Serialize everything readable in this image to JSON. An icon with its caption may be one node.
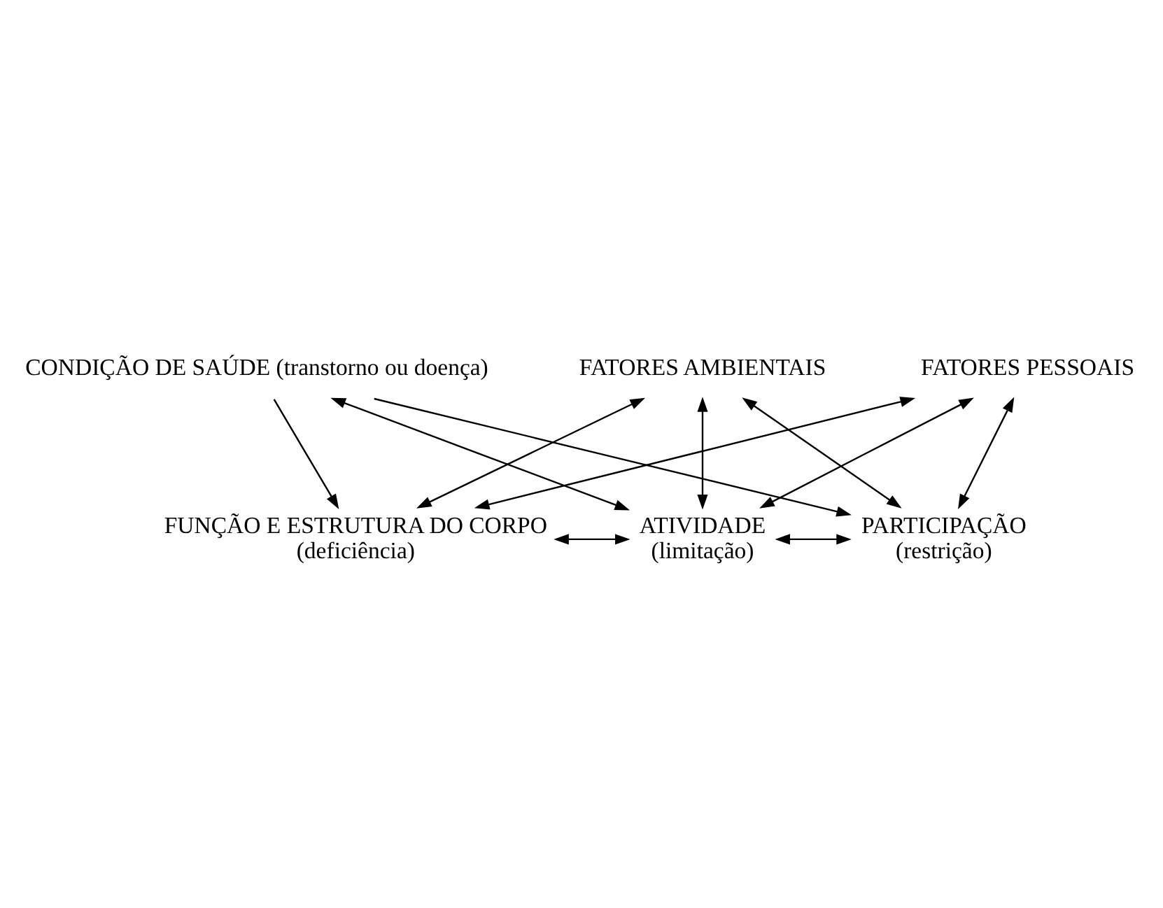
{
  "diagram": {
    "nodes": [
      {
        "text": [
          "CONDIÇÃO DE SAÚDE (transtorno ou doença)"
        ]
      },
      {
        "text": [
          "FUNÇÃO E ESTRUTURA DO CORPO",
          "(deficiência)"
        ]
      },
      {
        "text": [
          "ATIVIDADE",
          "(limitação)"
        ]
      },
      {
        "text": [
          "PARTICIPAÇÃO",
          "(restrição)"
        ]
      },
      {
        "text": [
          "FATORES AMBIENTAIS"
        ]
      },
      {
        "text": [
          "FATORES PESSOAIS"
        ]
      }
    ],
    "edges": [
      {
        "from": 0,
        "to": 1,
        "arrow": "to"
      },
      {
        "from": 0,
        "to": 2,
        "arrow": "both"
      },
      {
        "from": 0,
        "to": 3,
        "arrow": "to"
      },
      {
        "from": 1,
        "to": 2,
        "arrow": "both"
      },
      {
        "from": 2,
        "to": 3,
        "arrow": "both"
      },
      {
        "from": 4,
        "to": 1,
        "arrow": "both"
      },
      {
        "from": 4,
        "to": 2,
        "arrow": "both"
      },
      {
        "from": 4,
        "to": 3,
        "arrow": "both"
      },
      {
        "from": 5,
        "to": 1,
        "arrow": "both"
      },
      {
        "from": 5,
        "to": 2,
        "arrow": "both"
      },
      {
        "from": 5,
        "to": 3,
        "arrow": "both"
      }
    ]
  }
}
